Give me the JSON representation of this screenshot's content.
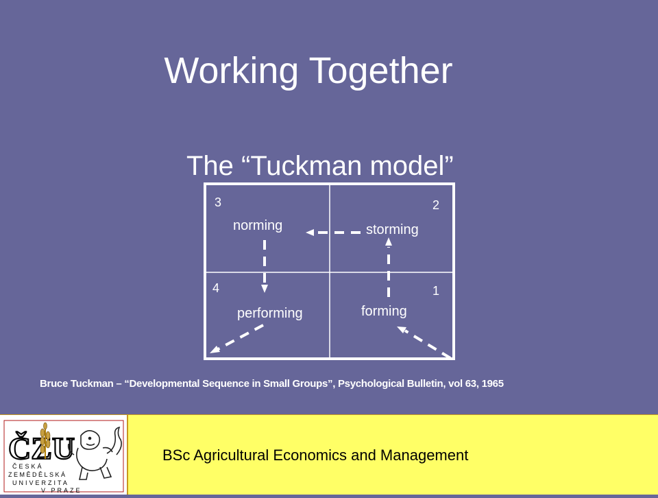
{
  "slide": {
    "title": "Working Together",
    "subtitle": "The “Tuckman model”",
    "citation": "Bruce Tuckman – “Developmental Sequence in Small Groups”, Psychological Bulletin, vol 63, 1965",
    "footer_text": "BSc Agricultural Economics and Management"
  },
  "diagram": {
    "quadrants": [
      {
        "number": "3",
        "label": "norming"
      },
      {
        "number": "2",
        "label": "storming"
      },
      {
        "number": "4",
        "label": "performing"
      },
      {
        "number": "1",
        "label": "forming"
      }
    ]
  },
  "logo": {
    "monogram": "ČZU",
    "line1": "ČESKÁ",
    "line2": "ZEMĚDĚLSKÁ",
    "line3": "UNIVERZITA",
    "line4": "V PRAZE"
  },
  "colors": {
    "background": "#666699",
    "footer": "#ffff66",
    "text": "#ffffff"
  }
}
